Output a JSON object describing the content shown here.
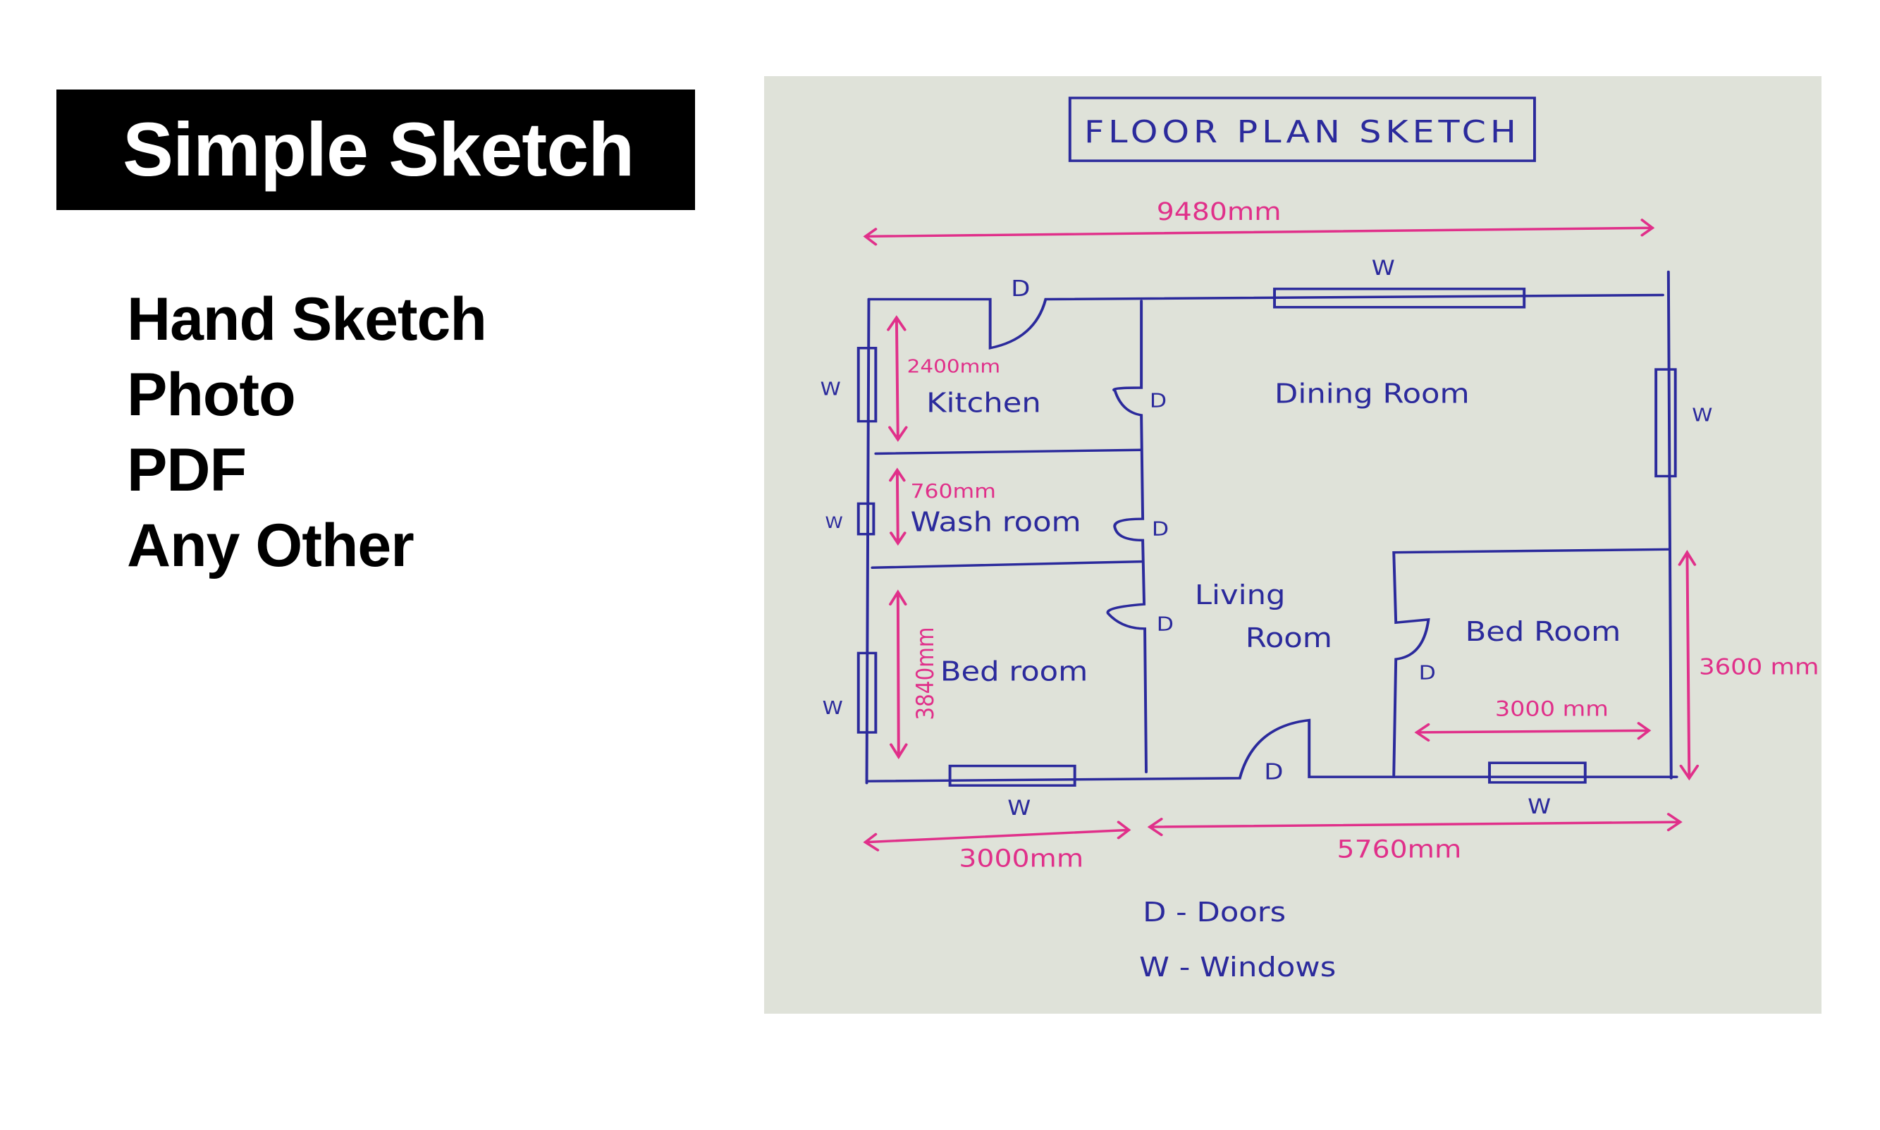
{
  "title": "Simple Sketch",
  "formats": [
    "Hand Sketch",
    "Photo",
    "PDF",
    "Any Other"
  ],
  "sketch": {
    "heading": "FLOOR PLAN SKETCH",
    "rooms": {
      "kitchen": "Kitchen",
      "wash_room": "Wash room",
      "bed_room_left": "Bed room",
      "dining_room": "Dining Room",
      "living": "Living",
      "living_room": "Room",
      "bed_room_right": "Bed Room"
    },
    "dimensions": {
      "overall_width": "9480mm",
      "kitchen": "2400mm",
      "wash_room": "760mm",
      "bed_room_left": "3840mm",
      "bed_room_right_width": "3000 mm",
      "bed_room_right_height": "3600 mm",
      "bottom_left": "3000mm",
      "bottom_right": "5760mm"
    },
    "door_mark": "D",
    "window_mark": "W",
    "legend": [
      "D - Doors",
      "W - Windows"
    ],
    "colors": {
      "ink_blue": "#2b2a9c",
      "ink_pink": "#e0308a",
      "paper": "#dfe2d9"
    }
  }
}
